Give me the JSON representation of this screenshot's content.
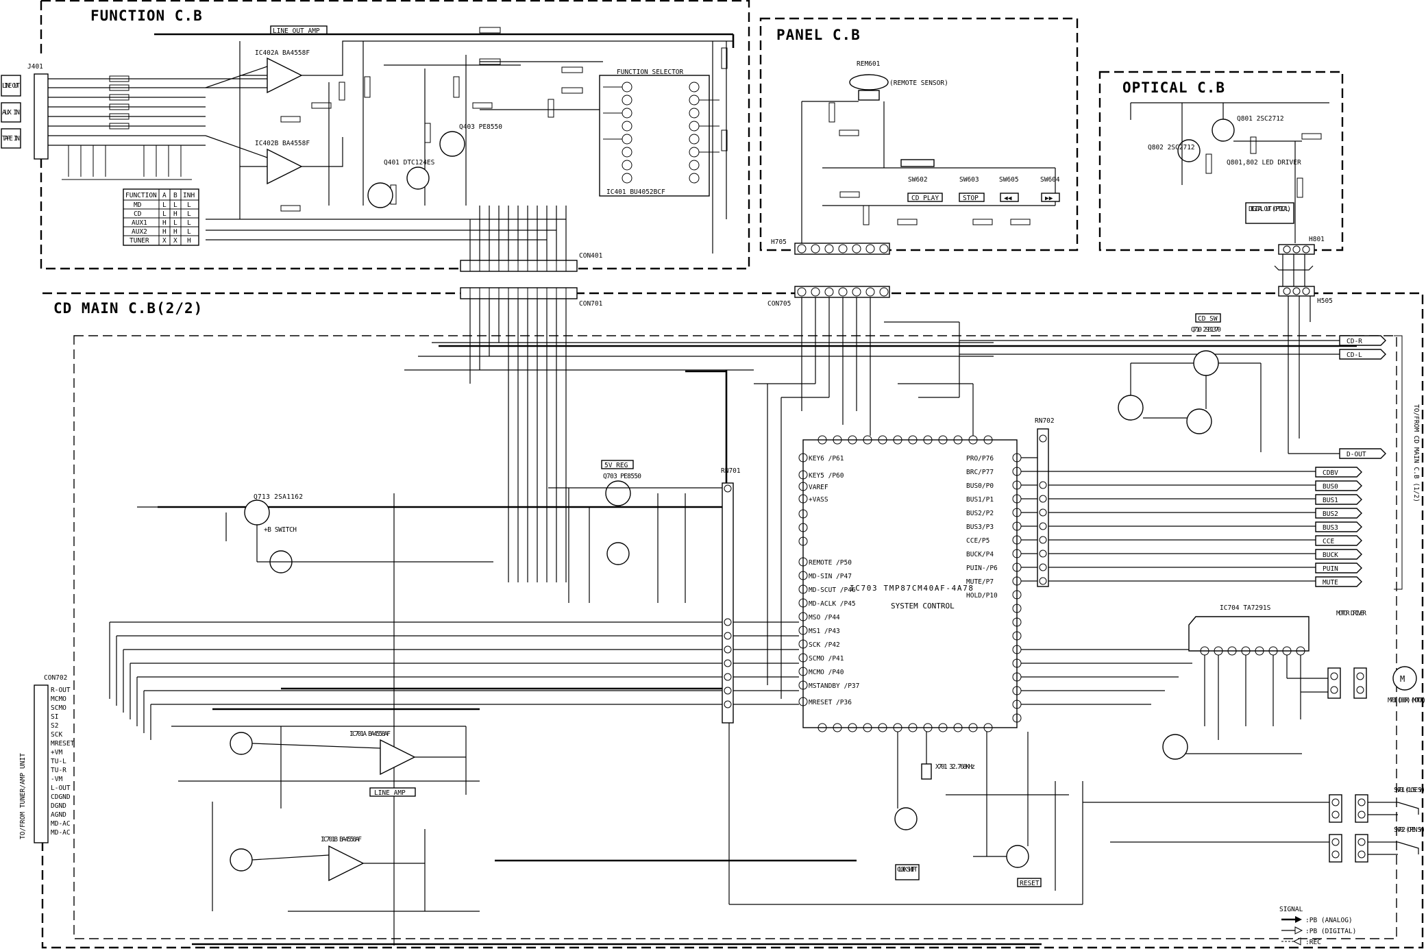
{
  "boards": {
    "function": "FUNCTION C.B",
    "panel": "PANEL C.B",
    "optical": "OPTICAL C.B",
    "cd_main": "CD MAIN C.B(2/2)"
  },
  "function_board": {
    "line_out_amp": "LINE OUT AMP",
    "function_selector": "FUNCTION SELECTOR",
    "ic401": "IC401 BU4052BCF",
    "ic402a": "IC402A BA4558F",
    "ic402b": "IC402B BA4558F",
    "q401": "Q401 DTC124ES",
    "q403": "Q403 PE8550",
    "j401": "J401",
    "line_out": "LINE OUT",
    "aux_in": "AUX IN",
    "tape_in": "TAPE IN",
    "con401": "CON401",
    "table_header": [
      "FUNCTION",
      "A",
      "B",
      "INH"
    ],
    "table_rows": [
      [
        "MD",
        "L",
        "L",
        "L"
      ],
      [
        "CD",
        "L",
        "H",
        "L"
      ],
      [
        "AUX1",
        "H",
        "L",
        "L"
      ],
      [
        "AUX2",
        "H",
        "H",
        "L"
      ],
      [
        "TUNER",
        "X",
        "X",
        "H"
      ]
    ]
  },
  "panel_board": {
    "rem601": "REM601",
    "remote_sensor": "(REMOTE SENSOR)",
    "sw602": "SW602",
    "sw602_label": "CD PLAY",
    "sw603": "SW603",
    "sw603_label": "STOP",
    "sw605": "SW605",
    "sw604": "SW604",
    "h705": "H705"
  },
  "optical_board": {
    "q801": "Q801 2SC2712",
    "q802": "Q802 2SC2712",
    "led_driver": "Q801,802 LED DRIVER",
    "digital_out": "DIGITAL OUT (OPTICAL)",
    "h801": "H801",
    "h505": "H505"
  },
  "cd_main_board": {
    "ic703": "IC703 TMP87CM40AF-4A78",
    "ic703_sub": "SYSTEM CONTROL",
    "ic704": "IC704 TA7291S",
    "motor_driver": "MOTOR DRIVER",
    "m701": "M701 (DOOR) (MOTOR)",
    "ic701a": "IC701A BA4558AF",
    "ic701b": "IC701B BA4558AF",
    "line_amp": "LINE AMP",
    "q703": "Q703 PE8550",
    "q703_label": "5V REG",
    "q713": "Q713 2SA1162",
    "switch": "+B SWITCH",
    "q710": "Q710 2SB1370",
    "cd_sw": "CD SW",
    "x701": "X701 32.768KHz",
    "clock_shift": "CLOCK SHIFT",
    "reset": "RESET",
    "con701": "CON701",
    "con702": "CON702",
    "con705": "CON705",
    "rn701": "RN701",
    "rn702": "RN702",
    "sw701": "SW701 (CLOSE SW)",
    "sw702": "SW702 (OPEN SW)",
    "side_note": "TO/FROM CD MAIN C.B (1/2)",
    "left_note": "TO/FROM TUNER/AMP UNIT"
  },
  "right_signals": [
    "CD-R",
    "CD-L",
    "D-OUT",
    "CDBV",
    "BUS0",
    "BUS1",
    "BUS2",
    "BUS3",
    "CCE",
    "BUCK",
    "PUIN",
    "MUTE"
  ],
  "con702_pins": [
    "R-OUT",
    "MCMO",
    "SCMO",
    "SI",
    "S2",
    "SCK",
    "MRESET",
    "+VM",
    "TU-L",
    "TU-R",
    "-VM",
    "L-OUT",
    "CDGND",
    "DGND",
    "AGND",
    "MD-AC",
    "MD-AC"
  ],
  "ic703_right_pins": [
    "PRO/P76",
    "BRC/P77",
    "BUS0/P0",
    "BUS1/P1",
    "BUS2/P2",
    "BUS3/P3",
    "CCE/P5",
    "BUCK/P4",
    "PUIN-/P6",
    "MUTE/P7",
    "HOLD/P10"
  ],
  "ic703_left_pins": [
    "KEY6 /P61",
    "KEY5 /P60",
    "VAREF",
    "+VASS",
    "REMOTE /P50",
    "MD-SIN /P47",
    "MD-SCUT /P46",
    "MD-ACLK /P45",
    "MSO /P44",
    "MS1 /P43",
    "SCK /P42",
    "SCMO /P41",
    "MCMO /P40",
    "MSTANDBY /P37",
    "MRESET /P36"
  ],
  "legend": {
    "title": "SIGNAL",
    "analog": ":PB (ANALOG)",
    "digital": ":PB (DIGITAL)",
    "rec": ":REC"
  }
}
